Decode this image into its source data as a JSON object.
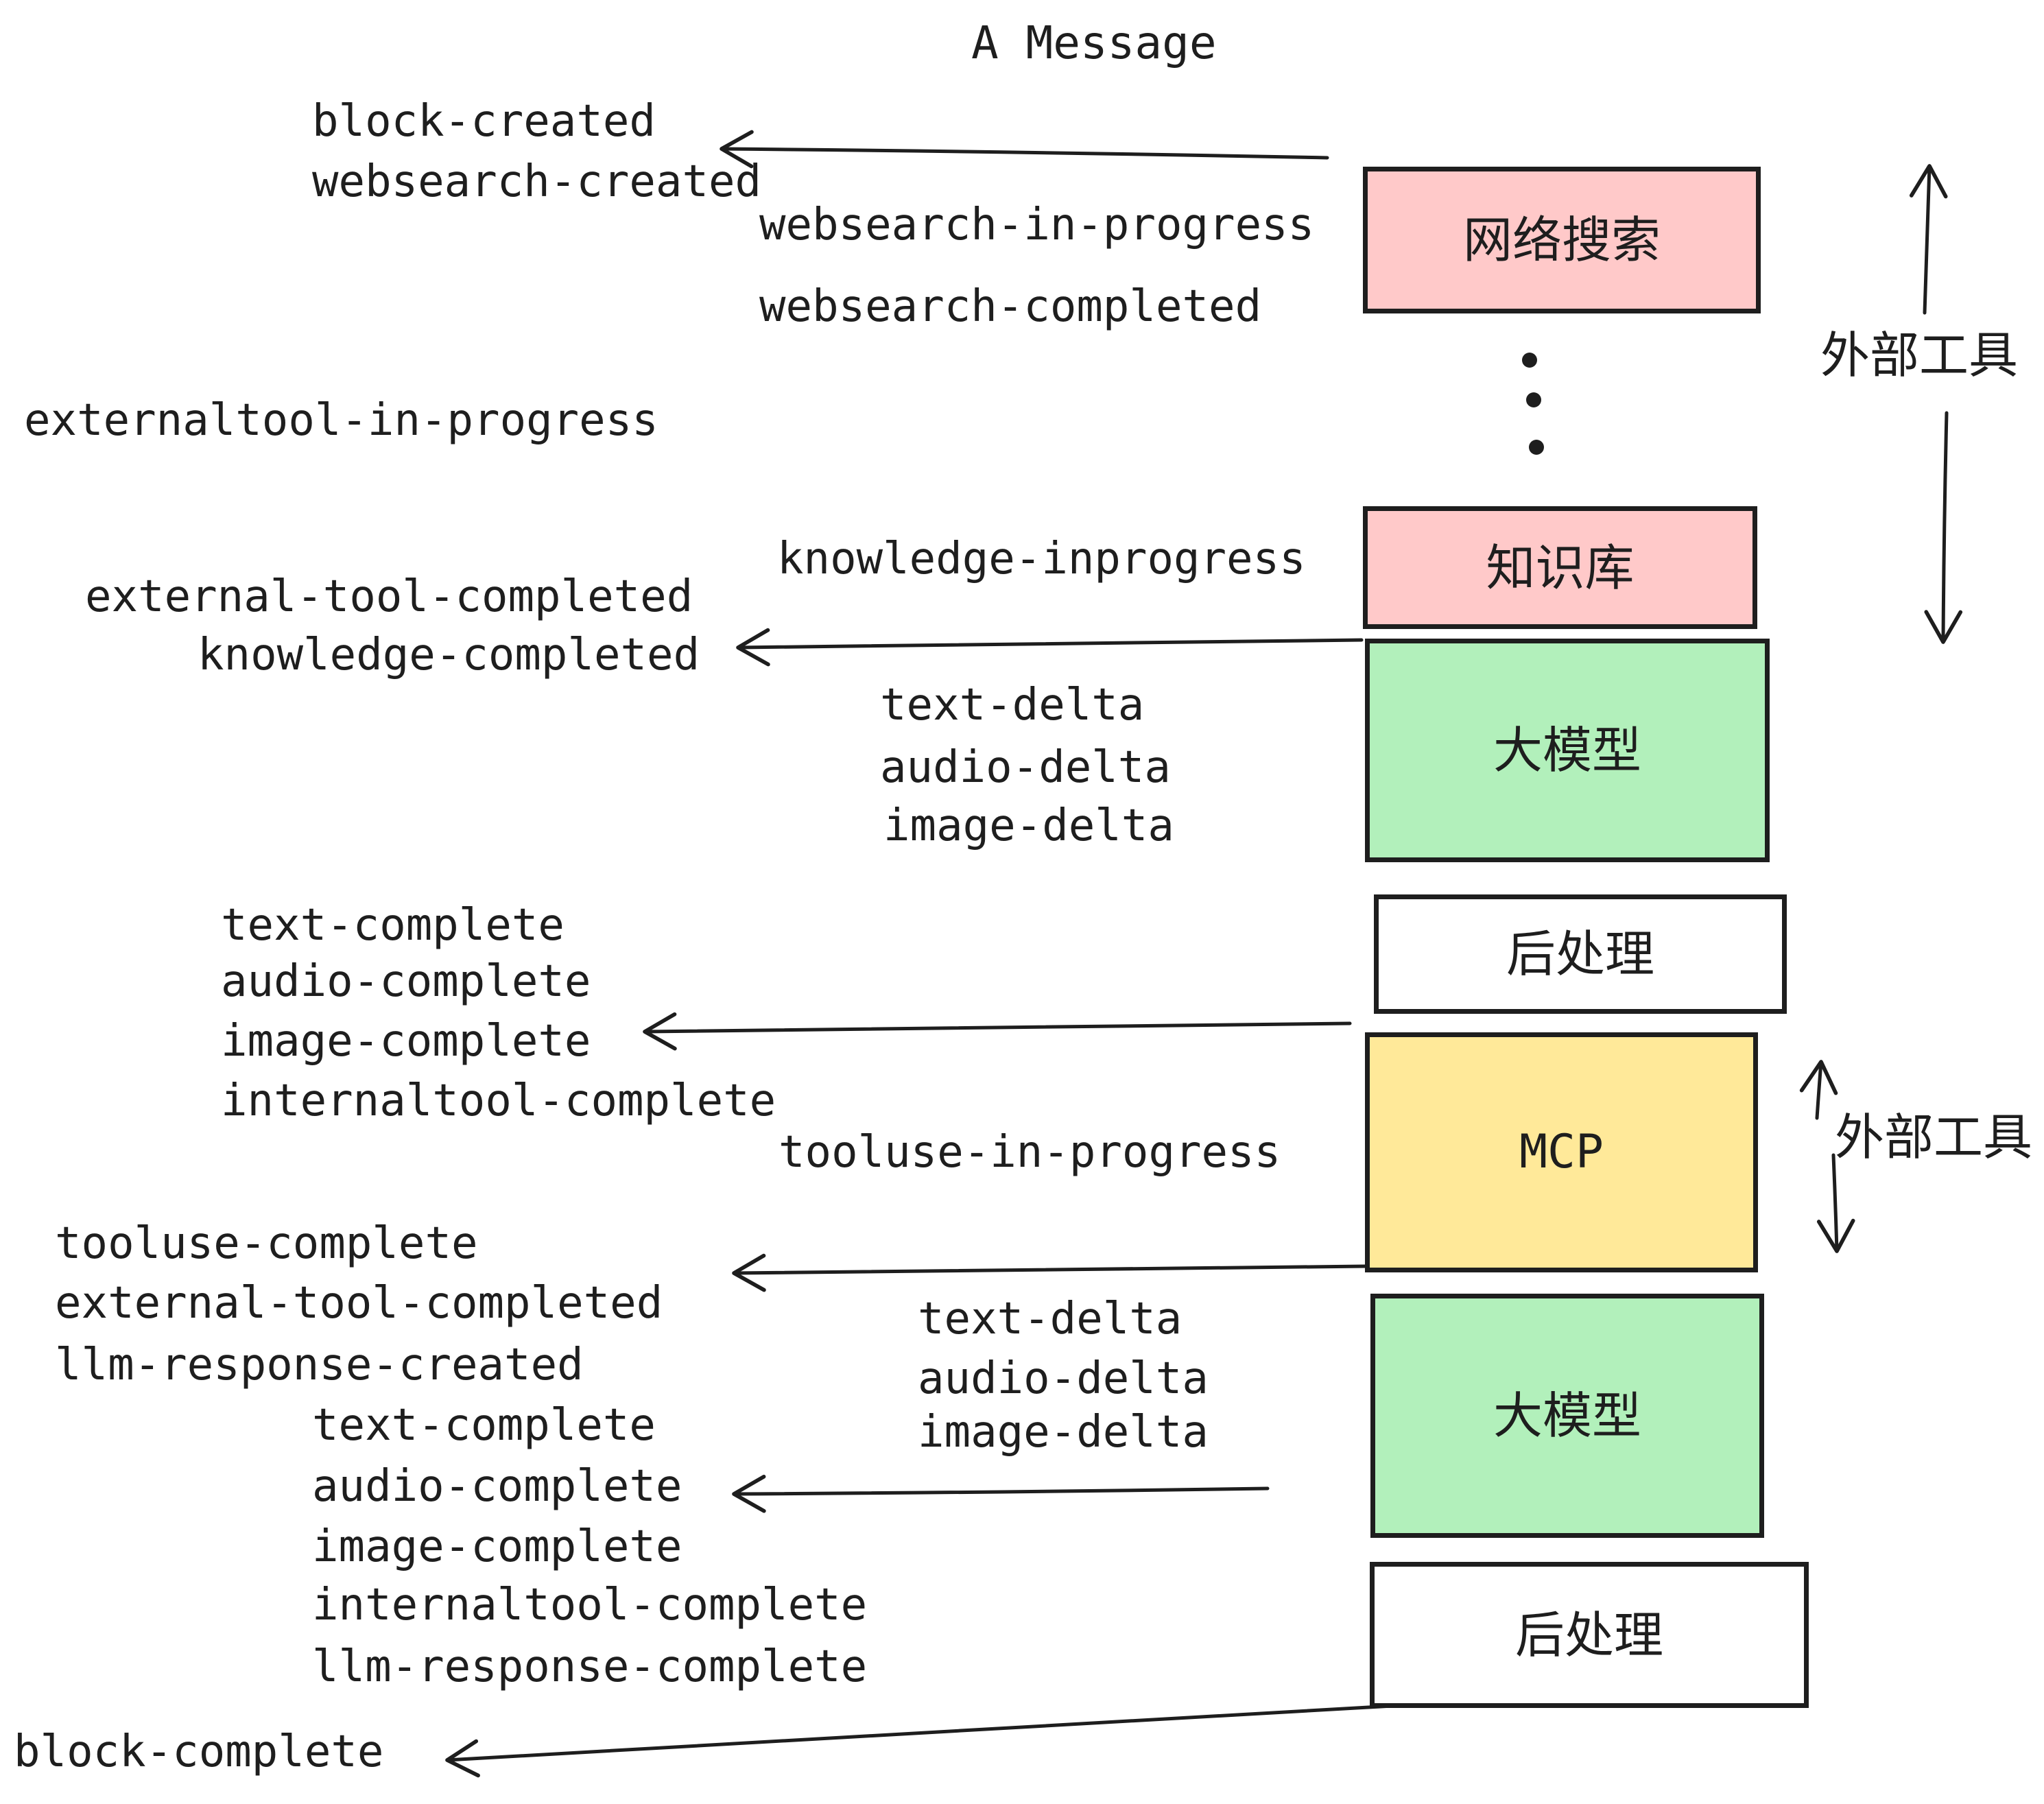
{
  "title": "A Message",
  "palette": {
    "pink": "#ffc9c9",
    "green": "#b2f0bb",
    "yellow": "#ffe999",
    "ink": "#1e1e1e"
  },
  "boxes": {
    "websearch": {
      "label": "网络搜索"
    },
    "knowledge": {
      "label": "知识库"
    },
    "llm1": {
      "label": "大模型"
    },
    "post1": {
      "label": "后处理"
    },
    "mcp": {
      "label": "MCP"
    },
    "llm2": {
      "label": "大模型"
    },
    "post2": {
      "label": "后处理"
    }
  },
  "side_labels": {
    "top": "外部工具",
    "bottom": "外部工具"
  },
  "events": {
    "block_created": "block-created",
    "websearch_created": "websearch-created",
    "websearch_in_progress": "websearch-in-progress",
    "websearch_completed": "websearch-completed",
    "externaltool_in_progress": "externaltool-in-progress",
    "knowledge_inprogress": "knowledge-inprogress",
    "external_tool_completed": "external-tool-completed",
    "knowledge_completed": "knowledge-completed",
    "text_delta": "text-delta",
    "audio_delta": "audio-delta",
    "image_delta": "image-delta",
    "text_complete": "text-complete",
    "audio_complete": "audio-complete",
    "image_complete": "image-complete",
    "internaltool_complete": "internaltool-complete",
    "tooluse_in_progress": "tooluse-in-progress",
    "tooluse_complete": "tooluse-complete",
    "llm_response_created": "llm-response-created",
    "llm_response_complete": "llm-response-complete",
    "block_complete": "block-complete"
  }
}
